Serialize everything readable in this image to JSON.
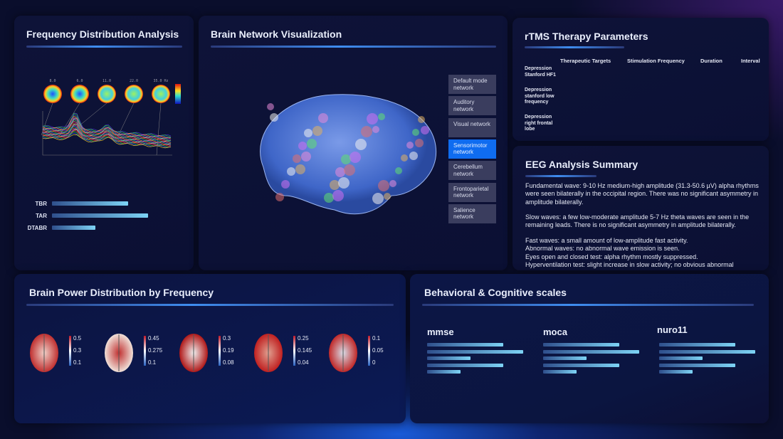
{
  "frequency_panel": {
    "title": "Frequency Distribution Analysis",
    "topomap_labels": [
      "8.0",
      "6.0",
      "11.0",
      "22.0",
      "35.0 Hz"
    ],
    "ratios": [
      {
        "label": "TBR",
        "value": 0.79
      },
      {
        "label": "TAR",
        "value": 1.0
      },
      {
        "label": "DTABR",
        "value": 0.45
      }
    ]
  },
  "network_panel": {
    "title": "Brain Network Visualization",
    "networks": [
      "Default mode network",
      "Auditory network",
      "Visual network",
      "Sensorimotor network",
      "Cerebellum network",
      "Frontoparietal network",
      "Salience network"
    ],
    "active": "Sensorimotor network"
  },
  "rtms_panel": {
    "title": "rTMS Therapy Parameters",
    "columns": [
      "Therapeutic Targets",
      "Stimulation Frequency",
      "Duration",
      "Interval"
    ],
    "rows": [
      "Depression Stanford HF1",
      "Depression stanford low frequency",
      "Depression right frontal lobe"
    ]
  },
  "eeg_panel": {
    "title": "EEG Analysis Summary",
    "paragraphs": [
      "Fundamental wave: 9-10 Hz medium-high amplitude (31.3-50.6 µV) alpha rhythms were seen bilaterally in the occipital region. There was no significant asymmetry in amplitude bilaterally.",
      "Slow waves: a few low-moderate amplitude 5-7 Hz theta waves are seen in the remaining leads. There is no significant asymmetry in amplitude bilaterally.",
      "Fast waves: a small amount of low-amplitude fast activity.\nAbnormal waves: no abnormal wave emission is seen.\nEyes open and closed test: alpha rhythm mostly suppressed.\nHyperventilation test: slight increase in slow activity; no obvious abnormal"
    ]
  },
  "power_panel": {
    "title": "Brain Power Distribution by Frequency",
    "maps": [
      {
        "ticks": [
          "0.5",
          "0.3",
          "0.1"
        ]
      },
      {
        "ticks": [
          "0.45",
          "0.275",
          "0.1"
        ]
      },
      {
        "ticks": [
          "0.3",
          "0.19",
          "0.08"
        ]
      },
      {
        "ticks": [
          "0.25",
          "0.145",
          "0.04"
        ]
      },
      {
        "ticks": [
          "0.1",
          "0.05",
          "0"
        ]
      }
    ]
  },
  "behavior_panel": {
    "title": "Behavioral & Cognitive scales",
    "scales": [
      {
        "name": "mmse",
        "values": [
          0.79,
          1.0,
          0.45,
          0.79,
          0.35
        ]
      },
      {
        "name": "moca",
        "values": [
          0.79,
          1.0,
          0.45,
          0.79,
          0.35
        ]
      },
      {
        "name": "nuro11",
        "values": [
          0.79,
          1.0,
          0.45,
          0.79,
          0.35
        ]
      }
    ]
  },
  "colors": {
    "accent": "#0f6cf0",
    "bar_start": "#2f4f8c",
    "bar_end": "#7dd3f5",
    "panel": "#0e1338"
  }
}
